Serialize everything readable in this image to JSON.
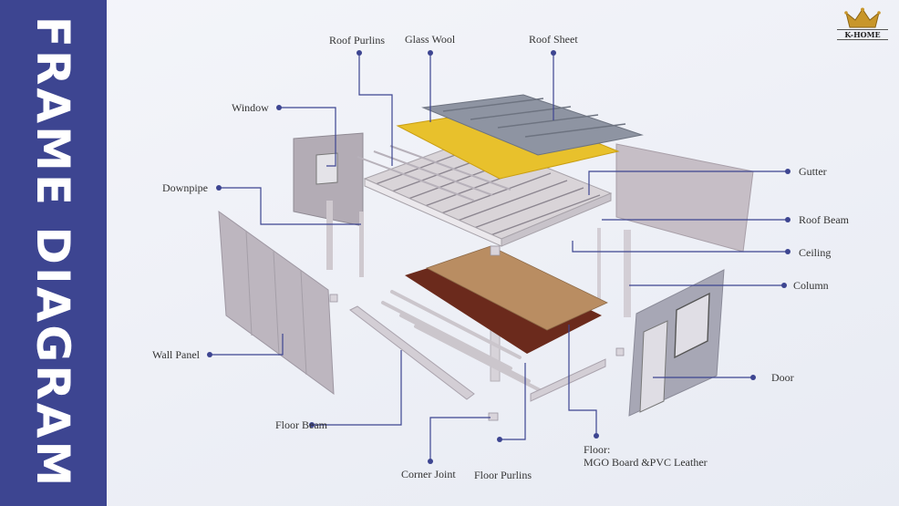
{
  "title": "FRAME DIAGRAM",
  "logo": {
    "text": "K-HOME",
    "icon": "crown-icon",
    "color": "#c8962a"
  },
  "colors": {
    "band": "#3d4591",
    "leader": "#3d4591",
    "glass_wool": "#e8c12c",
    "floor_pvc": "#6b2a1c",
    "floor_board": "#b98d62"
  },
  "labels": {
    "roof_purlins": "Roof Purlins",
    "glass_wool": "Glass Wool",
    "roof_sheet": "Roof Sheet",
    "window": "Window",
    "downpipe": "Downpipe",
    "gutter": "Gutter",
    "roof_beam": "Roof Beam",
    "ceiling": "Ceiling",
    "column": "Column",
    "wall_panel": "Wall Panel",
    "door": "Door",
    "floor_beam": "Floor Beam",
    "corner_joint": "Corner Joint",
    "floor_purlins": "Floor Purlins",
    "floor_line1": "Floor:",
    "floor_line2": "MGO Board &PVC Leather"
  }
}
